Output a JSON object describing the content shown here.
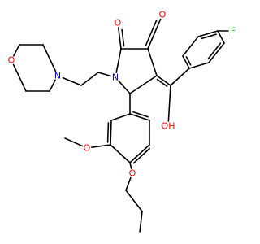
{
  "colors": {
    "bond": "#000000",
    "oxygen": "#ff0000",
    "nitrogen": "#0000ff",
    "fluorine": "#33cc33",
    "background": "#ffffff"
  },
  "atoms": {
    "O_morpholine": "O",
    "N_morpholine": "N",
    "N_ring": "N",
    "O_lactam": "O",
    "O_ketone": "O",
    "F": "F",
    "OH": "OH",
    "O_methoxy": "O",
    "O_propoxy": "O"
  }
}
